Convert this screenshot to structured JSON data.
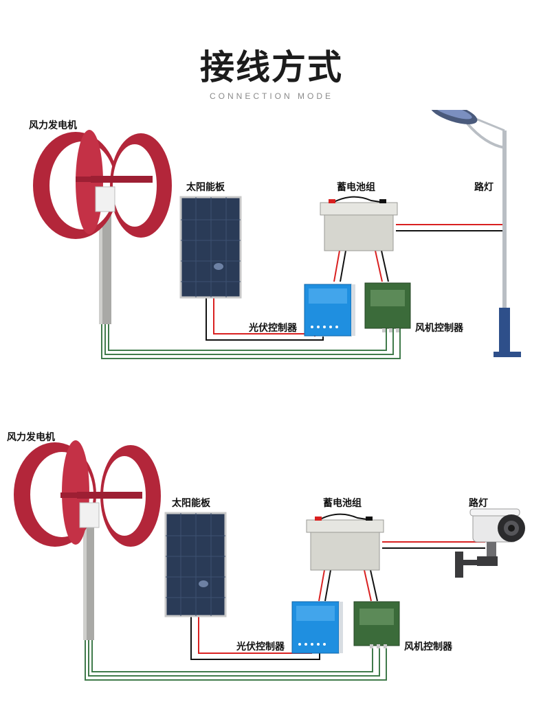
{
  "title": "接线方式",
  "subtitle": "CONNECTION MODE",
  "diagram1": {
    "wind_turbine": "风力发电机",
    "solar_panel": "太阳能板",
    "battery": "蓄电池组",
    "load": "路灯",
    "pv_controller": "光伏控制器",
    "wind_controller": "风机控制器"
  },
  "diagram2": {
    "wind_turbine": "风力发电机",
    "solar_panel": "太阳能板",
    "battery": "蓄电池组",
    "load": "路灯",
    "pv_controller": "光伏控制器",
    "wind_controller": "风机控制器"
  },
  "colors": {
    "turbine_red": "#b3263a",
    "panel_blue": "#2a3b57",
    "pv_controller_blue": "#1f8fe0",
    "wind_controller_green": "#3b6b3a",
    "battery_gray": "#d6d6cf",
    "wire_red": "#d92020",
    "wire_black": "#111111",
    "wire_green": "#3f7a4a"
  }
}
